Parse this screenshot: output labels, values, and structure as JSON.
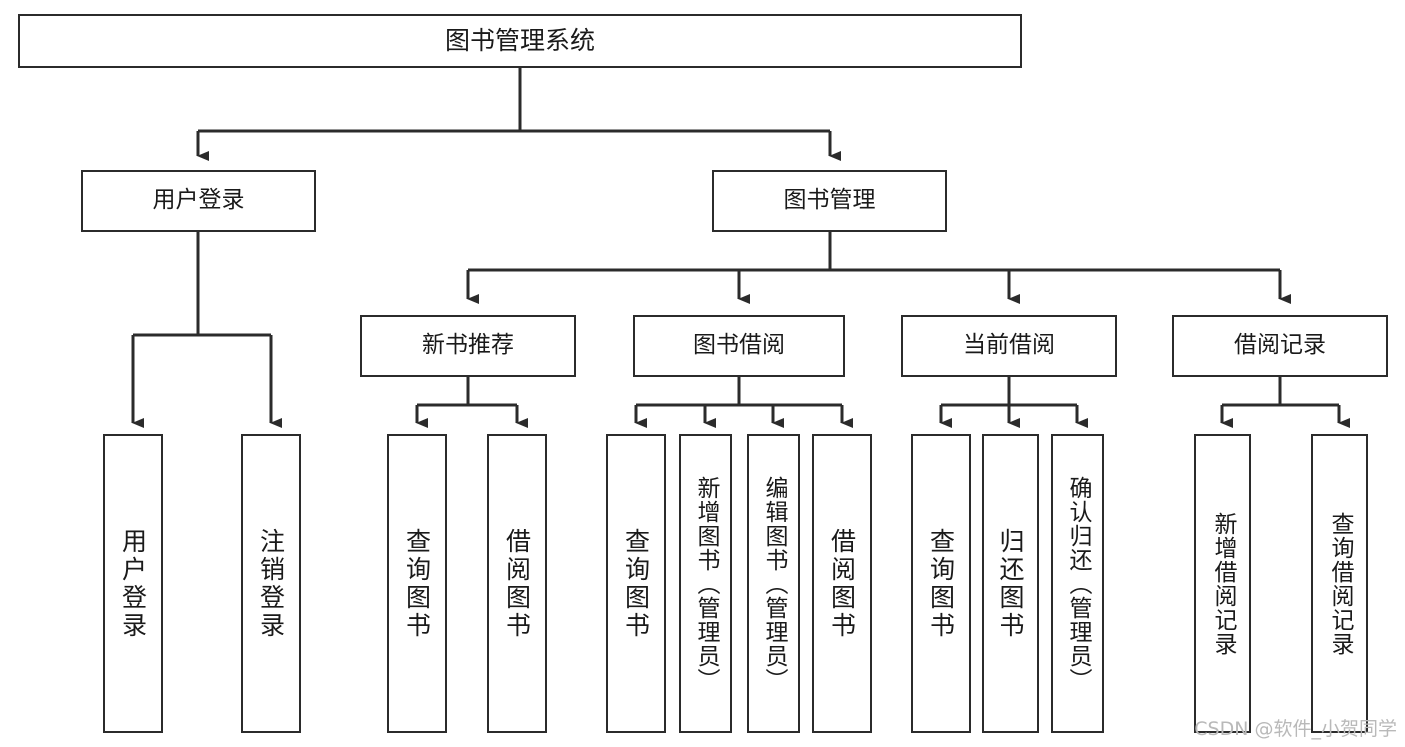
{
  "diagram": {
    "type": "tree",
    "title": "图书管理系统",
    "orientation": "top-down",
    "line_color": "#2b2b2b",
    "box_fill": "#ffffff",
    "text_color": "#1a1a1a",
    "nodes": {
      "root": {
        "label": "图书管理系统"
      },
      "level2": [
        {
          "id": "user-login",
          "label": "用户登录"
        },
        {
          "id": "book-management",
          "label": "图书管理"
        }
      ],
      "level3": [
        {
          "id": "new-book-recommend",
          "label": "新书推荐"
        },
        {
          "id": "book-borrow",
          "label": "图书借阅"
        },
        {
          "id": "current-borrow",
          "label": "当前借阅"
        },
        {
          "id": "borrow-record",
          "label": "借阅记录"
        }
      ],
      "leaves": [
        {
          "id": "leaf-user-login",
          "label": "用户登录",
          "parent": "user-login"
        },
        {
          "id": "leaf-logout-login",
          "label": "注销登录",
          "parent": "user-login"
        },
        {
          "id": "leaf-query-book-1",
          "label": "查询图书",
          "parent": "new-book-recommend"
        },
        {
          "id": "leaf-borrow-book-1",
          "label": "借阅图书",
          "parent": "new-book-recommend"
        },
        {
          "id": "leaf-query-book-2",
          "label": "查询图书",
          "parent": "book-borrow"
        },
        {
          "id": "leaf-add-book",
          "label": "新增图书（管理员）",
          "parent": "book-borrow"
        },
        {
          "id": "leaf-edit-book",
          "label": "编辑图书（管理员）",
          "parent": "book-borrow"
        },
        {
          "id": "leaf-borrow-book-2",
          "label": "借阅图书",
          "parent": "book-borrow"
        },
        {
          "id": "leaf-query-book-3",
          "label": "查询图书",
          "parent": "current-borrow"
        },
        {
          "id": "leaf-return-book",
          "label": "归还图书",
          "parent": "current-borrow"
        },
        {
          "id": "leaf-confirm-return",
          "label": "确认归还（管理员）",
          "parent": "current-borrow"
        },
        {
          "id": "leaf-add-record",
          "label": "新增借阅记录",
          "parent": "borrow-record"
        },
        {
          "id": "leaf-query-record",
          "label": "查询借阅记录",
          "parent": "borrow-record"
        }
      ]
    }
  },
  "watermark": {
    "text": "CSDN @软件_小贺同学"
  }
}
